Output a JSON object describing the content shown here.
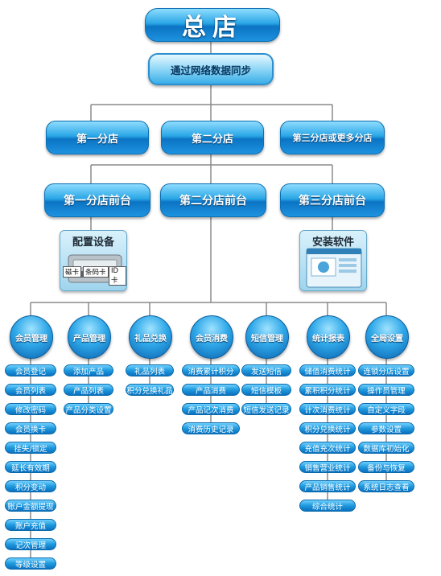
{
  "top": {
    "title": "总店",
    "sync": "通过网络数据同步"
  },
  "branches": [
    "第一分店",
    "第二分店",
    "第三分店或更多分店"
  ],
  "fronts": [
    "第一分店前台",
    "第二分店前台",
    "第三分店前台"
  ],
  "config_panel": {
    "title": "配置设备",
    "labels": [
      "磁卡",
      "条码卡",
      "ID卡"
    ]
  },
  "install_panel": {
    "title": "安装软件"
  },
  "modules": [
    {
      "name": "会员管理",
      "items": [
        "会员登记",
        "会员列表",
        "修改密码",
        "会员换卡",
        "挂失/锁定",
        "延长有效期",
        "积分变动",
        "账户金额提现",
        "账户充值",
        "记次管理",
        "等级设置"
      ]
    },
    {
      "name": "产品管理",
      "items": [
        "添加产品",
        "产品列表",
        "产品分类设置"
      ]
    },
    {
      "name": "礼品兑换",
      "items": [
        "礼品列表",
        "积分兑换礼品"
      ]
    },
    {
      "name": "会员消费",
      "items": [
        "消费累计积分",
        "产品消费",
        "产品记次消费",
        "消费历史记录"
      ]
    },
    {
      "name": "短信管理",
      "items": [
        "发送短信",
        "短信模板",
        "短信发送记录"
      ]
    },
    {
      "name": "统计报表",
      "items": [
        "储值消费统计",
        "累积积分统计",
        "计次消费统计",
        "积分兑换统计",
        "充值充次统计",
        "销售营业统计",
        "产品销售统计",
        "综合统计"
      ]
    },
    {
      "name": "全局设置",
      "items": [
        "连锁分店设置",
        "操作员管理",
        "自定义字段",
        "参数设置",
        "数据库初始化",
        "备份与恢复",
        "系统日志查看"
      ]
    }
  ]
}
